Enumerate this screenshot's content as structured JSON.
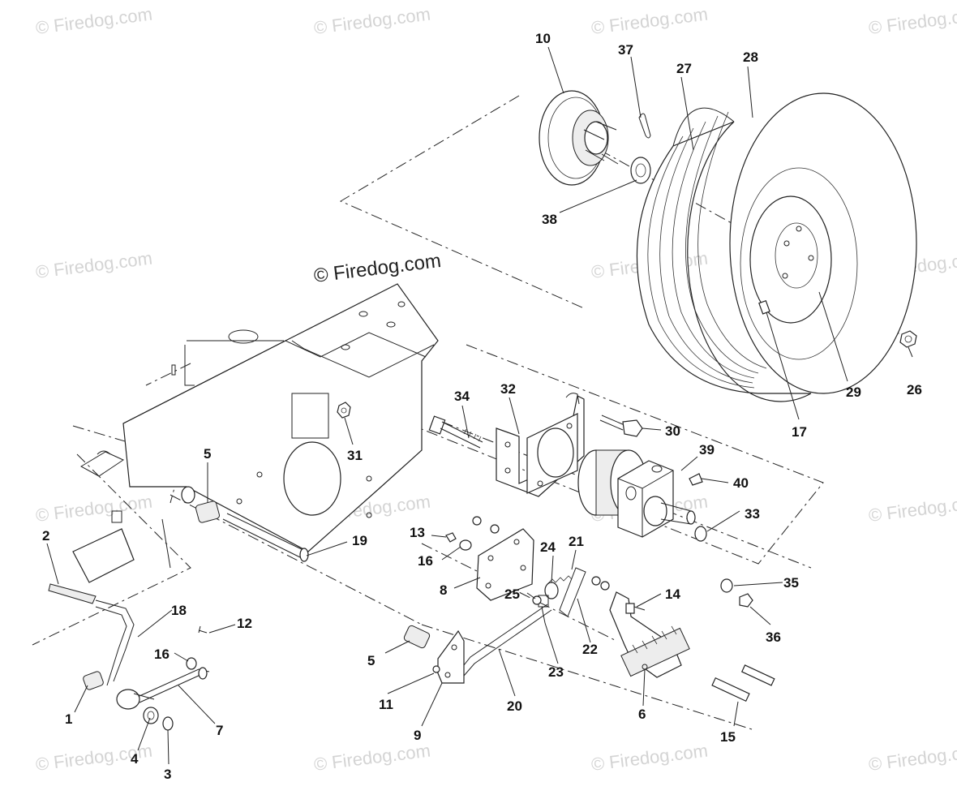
{
  "watermarks": {
    "small": "© Firedog.com",
    "main": "© Firedog.com"
  },
  "labels": {
    "p10": "10",
    "p37": "37",
    "p27": "27",
    "p28": "28",
    "p38": "38",
    "p26": "26",
    "p29": "29",
    "p17": "17",
    "p30": "30",
    "p34": "34",
    "p32": "32",
    "p39": "39",
    "p40": "40",
    "p33": "33",
    "p31": "31",
    "p5a": "5",
    "p19": "19",
    "p2": "2",
    "p13": "13",
    "p16a": "16",
    "p8": "8",
    "p24": "24",
    "p21": "21",
    "p25": "25",
    "p14": "14",
    "p35": "35",
    "p36": "36",
    "p18": "18",
    "p12": "12",
    "p16b": "16",
    "p22": "22",
    "p5b": "5",
    "p23": "23",
    "p11": "11",
    "p20": "20",
    "p6": "6",
    "p1": "1",
    "p7": "7",
    "p9": "9",
    "p15": "15",
    "p4": "4",
    "p3": "3"
  },
  "colors": {
    "line": "#222222",
    "watermark": "#d4d4d4"
  }
}
